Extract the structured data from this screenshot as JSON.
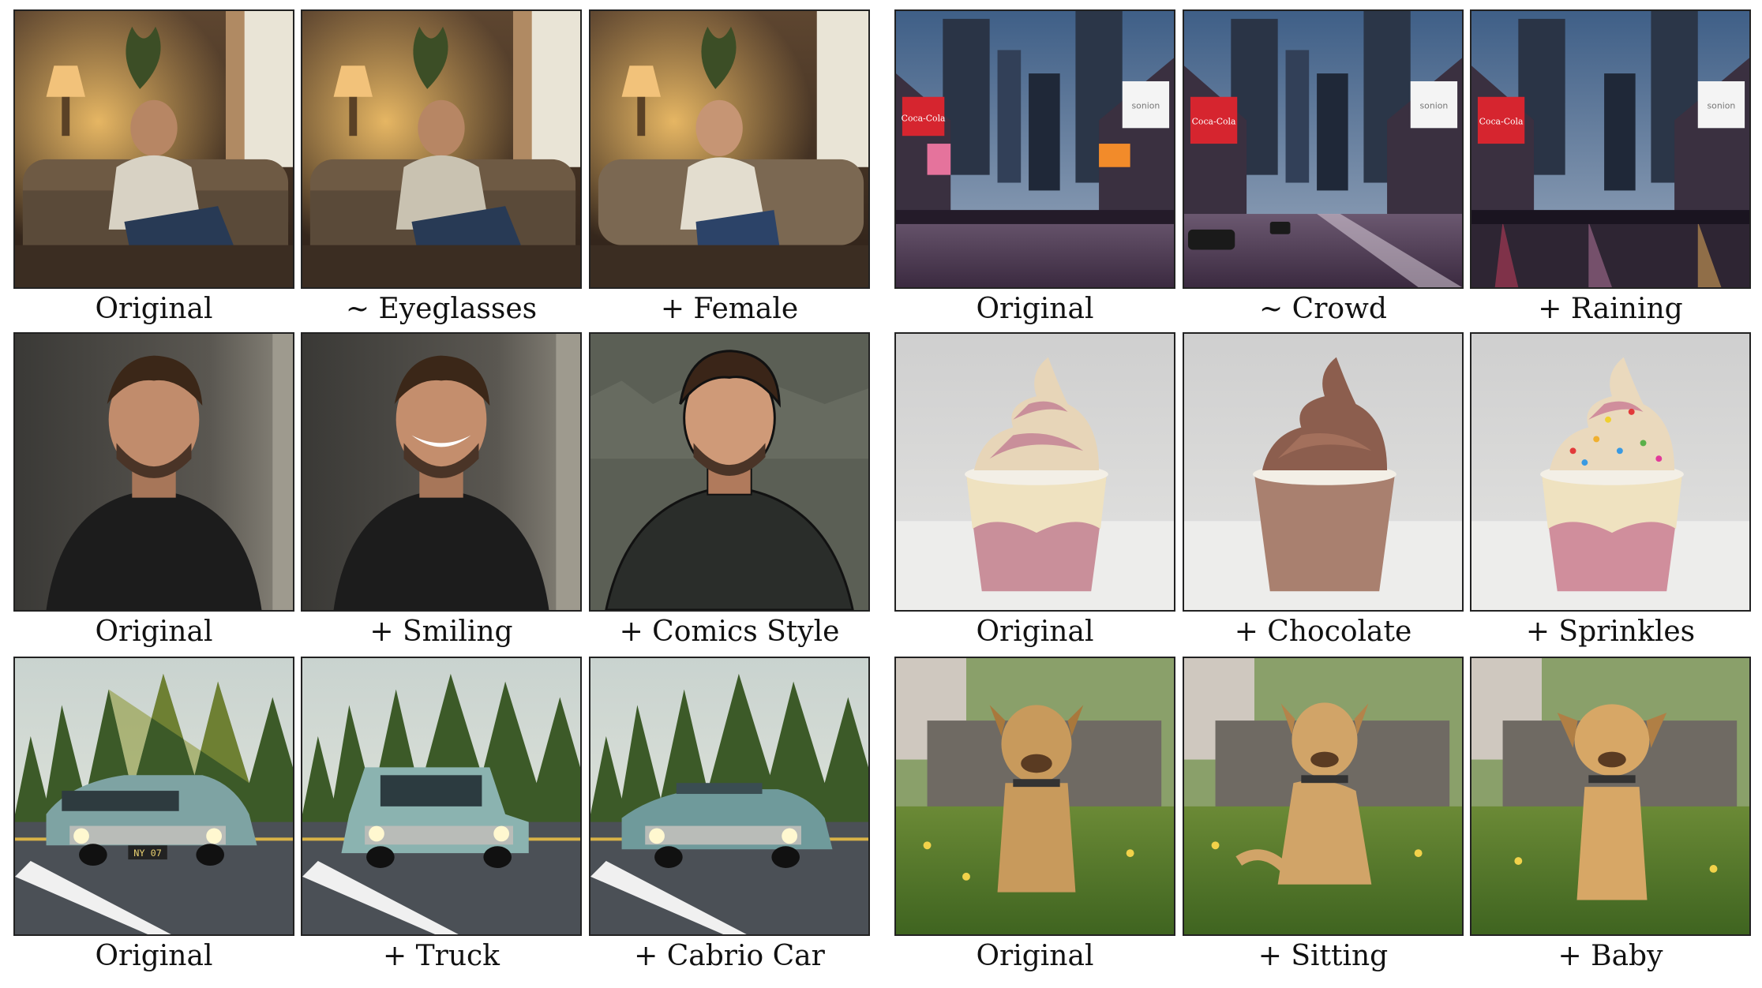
{
  "groups": [
    {
      "rows": [
        {
          "cells": [
            {
              "caption": "Original"
            },
            {
              "caption": "~ Eyeglasses"
            },
            {
              "caption": "+ Female"
            }
          ]
        },
        {
          "cells": [
            {
              "caption": "Original"
            },
            {
              "caption": "+ Smiling"
            },
            {
              "caption": "+ Comics Style"
            }
          ]
        },
        {
          "cells": [
            {
              "caption": "Original"
            },
            {
              "caption": "+ Truck"
            },
            {
              "caption": "+ Cabrio Car"
            }
          ]
        }
      ]
    },
    {
      "rows": [
        {
          "cells": [
            {
              "caption": "Original"
            },
            {
              "caption": "~ Crowd"
            },
            {
              "caption": "+ Raining"
            }
          ]
        },
        {
          "cells": [
            {
              "caption": "Original"
            },
            {
              "caption": "+ Chocolate"
            },
            {
              "caption": "+ Sprinkles"
            }
          ]
        },
        {
          "cells": [
            {
              "caption": "Original"
            },
            {
              "caption": "+ Sitting"
            },
            {
              "caption": "+ Baby"
            }
          ]
        }
      ]
    }
  ],
  "signs": {
    "cola": "Coca-Cola",
    "brand": "sonion"
  },
  "plate": "NY 07",
  "colors": {
    "livingroom_bg": "#7a5a3a",
    "portrait_bg": "#4d4a45",
    "comic_bg": "#5b5f55",
    "forest": "#2f4a22",
    "road": "#4b5056",
    "car": "#7ea3a3",
    "city_sky": "#3d5a80",
    "street": "#5b4460",
    "icecream_pink": "#c98f9a",
    "icecream_cream": "#efe2c0",
    "chocolate": "#8c5e4e",
    "grass": "#55782c",
    "dog": "#c89a5c"
  }
}
